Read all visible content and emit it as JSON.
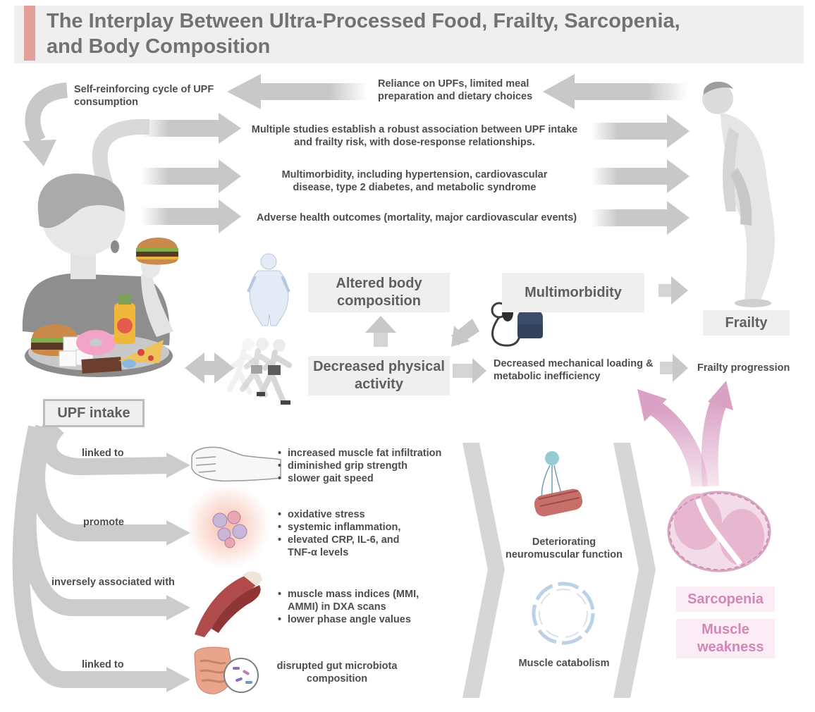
{
  "title": {
    "line1": "The Interplay Between Ultra-Processed Food, Frailty, Sarcopenia,",
    "line2": "and Body Composition"
  },
  "top_flow": {
    "cycle": "Self-reinforcing cycle of UPF consumption",
    "reliance": "Reliance on UPFs, limited meal preparation and dietary choices",
    "studies": "Multiple studies establish a robust association between UPF intake and frailty risk, with dose-response relationships.",
    "multimorbidity_detail": "Multimorbidity, including hypertension, cardiovascular disease, type 2 diabetes, and metabolic syndrome",
    "adverse": "Adverse health outcomes (mortality, major cardiovascular events)"
  },
  "middle": {
    "altered_body_composition": "Altered body composition",
    "multimorbidity": "Multimorbidity",
    "frailty": "Frailty",
    "decreased_physical_activity": "Decreased physical activity",
    "mechanical_loading": "Decreased mechanical loading & metabolic inefficiency",
    "frailty_progression": "Frailty progression",
    "upf_intake": "UPF intake"
  },
  "bottom": {
    "rows": [
      {
        "label": "linked to",
        "icon": "fist-hand-icon",
        "bullets": [
          "increased muscle fat infiltration",
          "diminished grip strength",
          "slower gait speed"
        ]
      },
      {
        "label": "promote",
        "icon": "inflamed-cells-icon",
        "bullets": [
          "oxidative stress",
          "systemic inflammation,",
          "elevated CRP, IL-6, and TNF-α levels"
        ]
      },
      {
        "label": "inversely associated with",
        "icon": "muscle-icon",
        "bullets": [
          "muscle mass indices (MMI, AMMI) in DXA scans",
          "lower phase angle values"
        ]
      },
      {
        "label": "linked to",
        "icon": "intestine-microbiota-icon",
        "text": "disrupted gut microbiota composition"
      }
    ],
    "neuromuscular": "Deteriorating neuromuscular function",
    "catabolism": "Muscle catabolism",
    "sarcopenia": "Sarcopenia",
    "muscle_weakness": "Muscle weakness"
  },
  "colors": {
    "arrow_gray": "#c8c8c8",
    "box_gray": "#efefef",
    "title_accent": "#e2a096",
    "pink": "#d287b8",
    "pink_box": "#fbecf5"
  }
}
